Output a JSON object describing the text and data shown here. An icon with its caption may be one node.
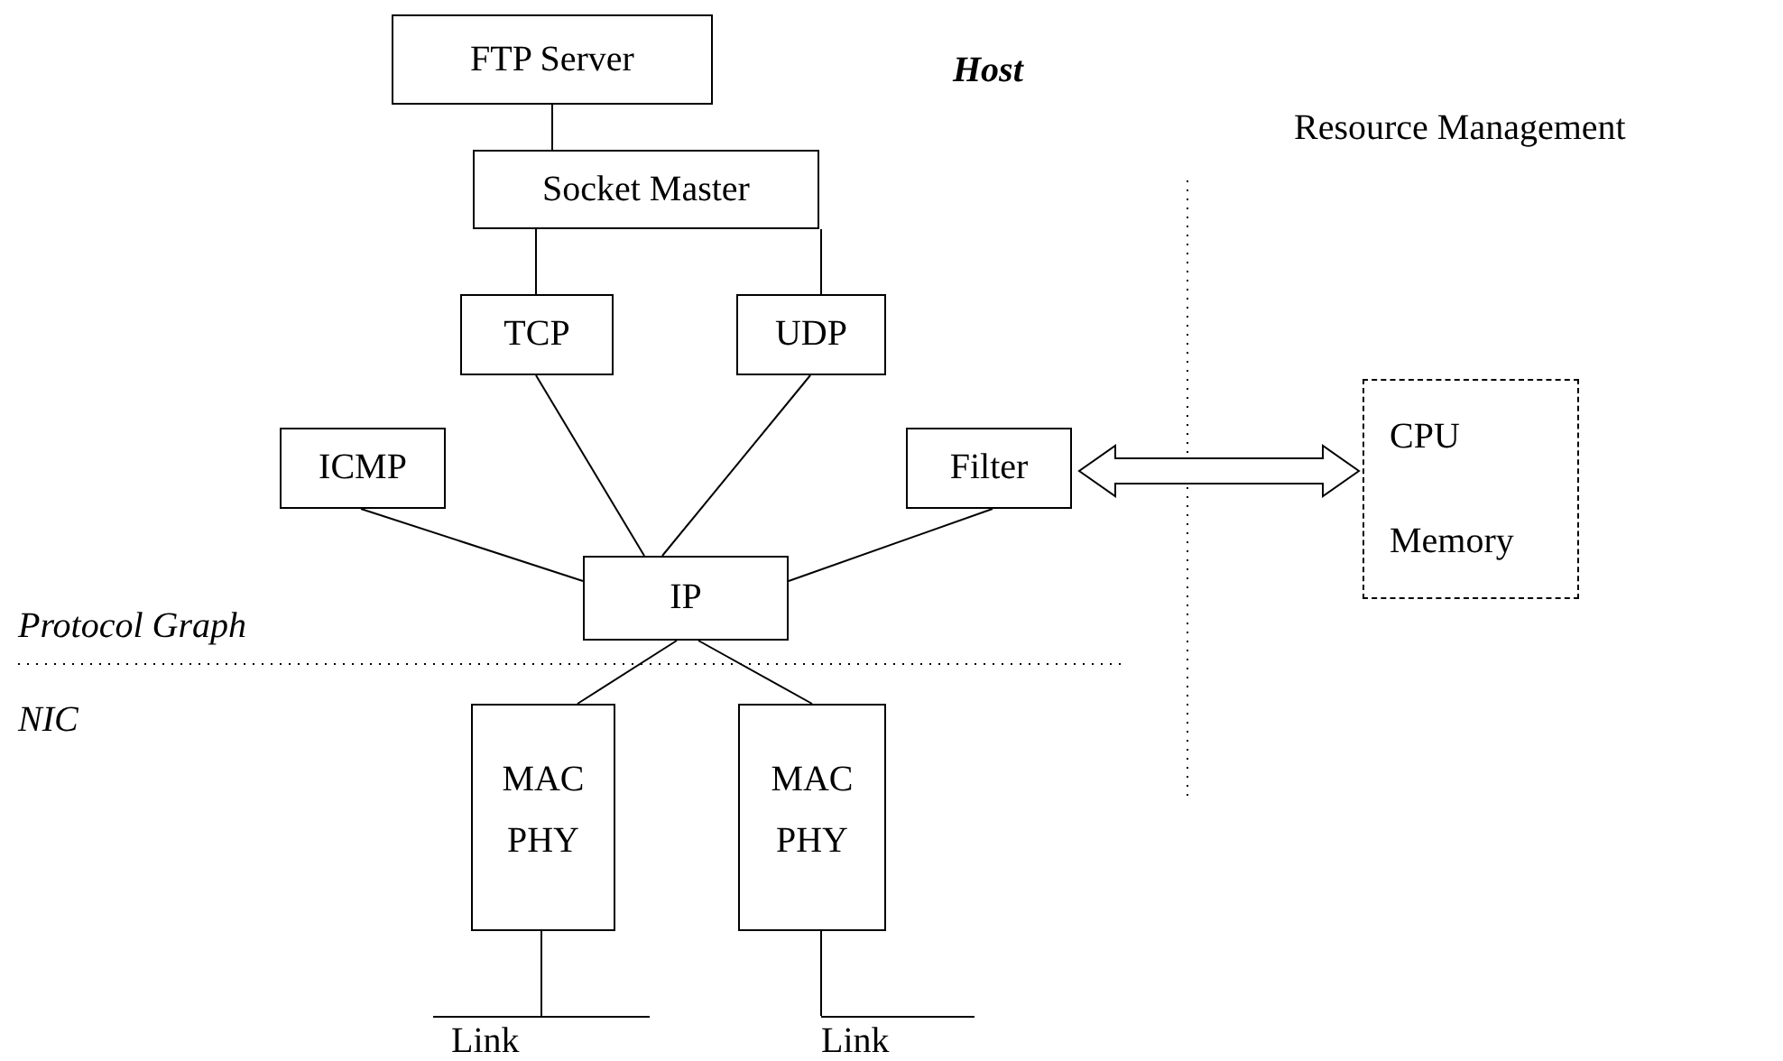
{
  "diagram": {
    "nodes": [
      {
        "text": [
          "FTP Server"
        ]
      },
      {
        "text": [
          "Socket Master"
        ]
      },
      {
        "text": [
          "TCP"
        ]
      },
      {
        "text": [
          "UDP"
        ]
      },
      {
        "text": [
          "ICMP"
        ]
      },
      {
        "text": [
          "Filter"
        ]
      },
      {
        "text": [
          "IP"
        ]
      },
      {
        "text": [
          "MAC",
          "PHY"
        ]
      },
      {
        "text": [
          "MAC",
          "PHY"
        ]
      },
      {
        "text": [
          "CPU",
          "Memory"
        ]
      },
      {
        "text": [
          "Link"
        ]
      },
      {
        "text": [
          "Link"
        ]
      }
    ],
    "edges": [
      {
        "from": 0,
        "to": 1,
        "arrow": "none"
      },
      {
        "from": 1,
        "to": 2,
        "arrow": "none"
      },
      {
        "from": 1,
        "to": 3,
        "arrow": "none"
      },
      {
        "from": 2,
        "to": 6,
        "arrow": "none"
      },
      {
        "from": 3,
        "to": 6,
        "arrow": "none"
      },
      {
        "from": 4,
        "to": 6,
        "arrow": "none"
      },
      {
        "from": 5,
        "to": 6,
        "arrow": "none"
      },
      {
        "from": 6,
        "to": 7,
        "arrow": "none"
      },
      {
        "from": 6,
        "to": 8,
        "arrow": "none"
      },
      {
        "from": 7,
        "to": 10,
        "arrow": "none"
      },
      {
        "from": 8,
        "to": 11,
        "arrow": "none"
      },
      {
        "from": 5,
        "to": 9,
        "arrow": "both"
      }
    ],
    "labels": [
      "Host",
      "Resource Management",
      "Protocol Graph",
      "NIC"
    ]
  }
}
